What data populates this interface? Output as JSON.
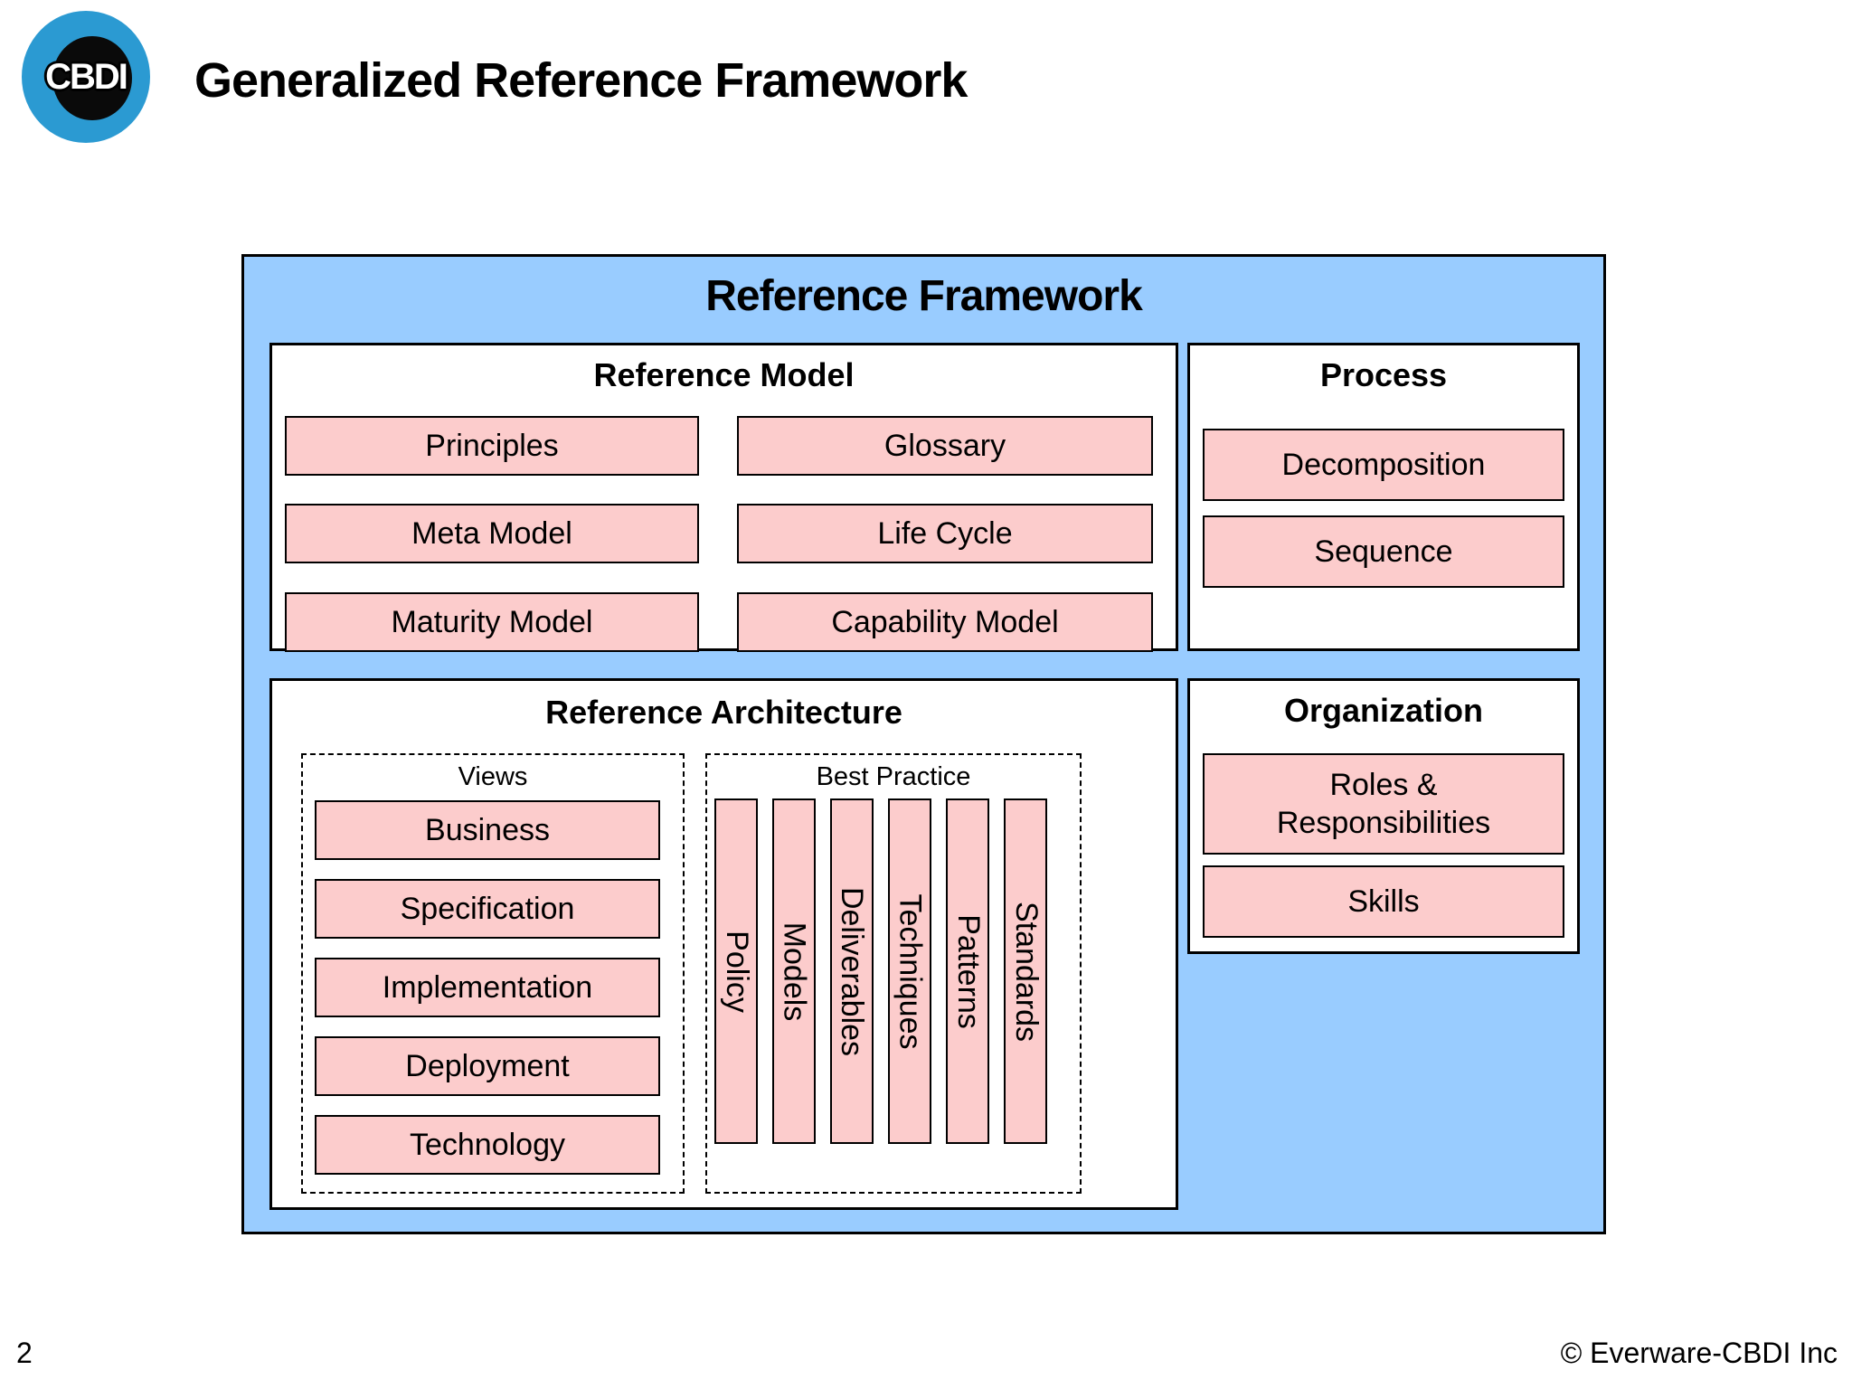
{
  "header": {
    "logo_text": "CBDI",
    "title": "Generalized Reference Framework"
  },
  "framework": {
    "title": "Reference Framework",
    "reference_model": {
      "title": "Reference Model",
      "items": [
        "Principles",
        "Glossary",
        "Meta Model",
        "Life Cycle",
        "Maturity Model",
        "Capability Model"
      ]
    },
    "process": {
      "title": "Process",
      "items": [
        "Decomposition",
        "Sequence"
      ]
    },
    "reference_architecture": {
      "title": "Reference Architecture",
      "views": {
        "title": "Views",
        "items": [
          "Business",
          "Specification",
          "Implementation",
          "Deployment",
          "Technology"
        ]
      },
      "best_practice": {
        "title": "Best Practice",
        "items": [
          "Policy",
          "Models",
          "Deliverables",
          "Techniques",
          "Patterns",
          "Standards"
        ]
      }
    },
    "organization": {
      "title": "Organization",
      "items": [
        "Roles & Responsibilities",
        "Skills"
      ]
    }
  },
  "footer": {
    "page_number": "2",
    "copyright": "© Everware-CBDI Inc"
  },
  "colors": {
    "panel_blue": "#99CCFF",
    "box_pink": "#FCCCCC",
    "logo_blue": "#2B9AD2"
  }
}
